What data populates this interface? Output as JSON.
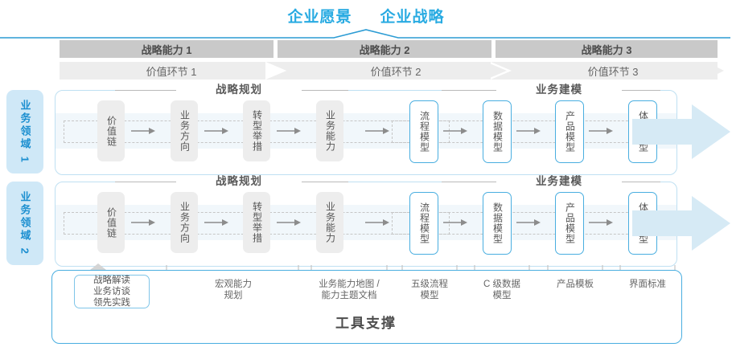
{
  "title": {
    "left": "企业愿景",
    "right": "企业战略"
  },
  "colors": {
    "accent_blue": "#29ABE2",
    "light_blue_panel": "#CFE8F7",
    "arrow_blue": "#D6EAF5",
    "bar_dark_gray": "#C9C9C9",
    "bar_light_gray": "#EDEDED",
    "node_gray": "#EDEDED",
    "node_blue_border": "#49AEE0",
    "band_blue": "#F1F7FB"
  },
  "capabilities": [
    {
      "label": "战略能力 1"
    },
    {
      "label": "战略能力 2"
    },
    {
      "label": "战略能力 3"
    }
  ],
  "value_links": [
    {
      "label": "价值环节 1"
    },
    {
      "label": "价值环节 2"
    },
    {
      "label": "价值环节 3"
    }
  ],
  "domains": [
    {
      "label": "业务领域 1"
    },
    {
      "label": "业务领域 2"
    }
  ],
  "sections": {
    "planning": "战略规划",
    "modeling": "业务建模"
  },
  "nodes": {
    "planning": [
      {
        "label": "价值链"
      },
      {
        "label": "业务方向"
      },
      {
        "label": "转型举措"
      },
      {
        "label": "业务能力"
      }
    ],
    "modeling": [
      {
        "label": "流程模型"
      },
      {
        "label": "数据模型"
      },
      {
        "label": "产品模型"
      },
      {
        "label": "体验模型"
      }
    ]
  },
  "tool_support": {
    "title": "工具支撑",
    "tag": "战略解读\n业务访谈\n领先实践",
    "labels": [
      {
        "label": "宏观能力\n规划"
      },
      {
        "label": "业务能力地图 /\n能力主题文档"
      },
      {
        "label": "五级流程\n模型"
      },
      {
        "label": "C 级数据\n模型"
      },
      {
        "label": "产品模板"
      },
      {
        "label": "界面标准"
      }
    ]
  }
}
